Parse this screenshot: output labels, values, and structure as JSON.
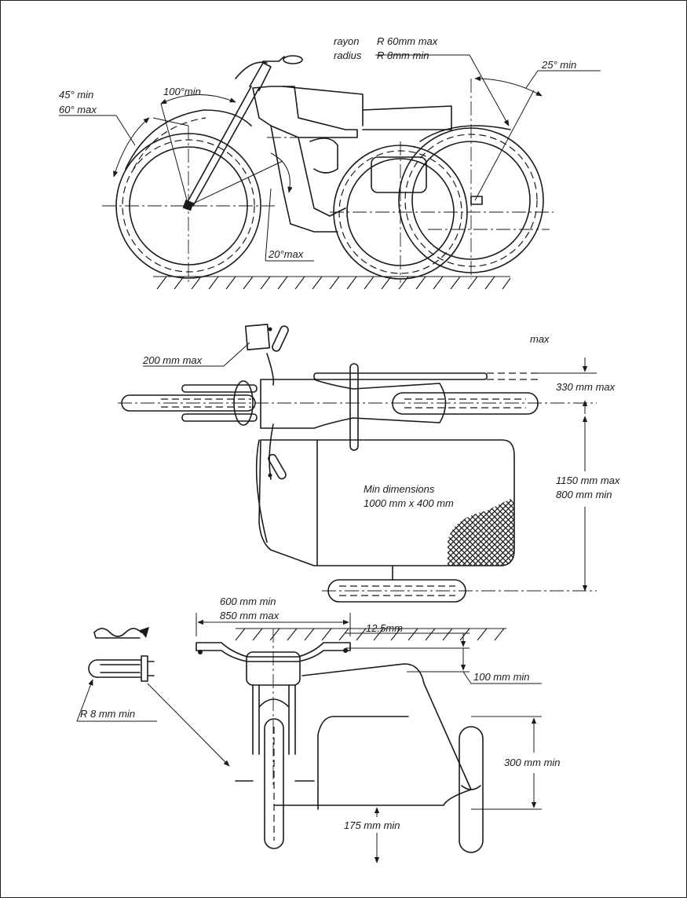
{
  "side_view": {
    "rayon_word": "rayon",
    "rayon_value": "R 60mm max",
    "radius_word": "radius",
    "radius_value": "R  8mm min",
    "angle_25": "25° min",
    "angle_45": "45° min",
    "angle_60": "60° max",
    "angle_100": "100°min",
    "angle_20": "20°max"
  },
  "top_view": {
    "mirror_dim": "200 mm max",
    "max_label": "max",
    "offset_dim": "330 mm max",
    "track_max": "1150 mm max",
    "track_min": "800 mm min",
    "box_title": "Min dimensions",
    "box_size": "1000 mm x 400 mm"
  },
  "front_view": {
    "handlebar_min": "600 mm min",
    "handlebar_max": "850 mm max",
    "end_dim": "12.5mm",
    "end_drop": "100 mm min",
    "radius_end": "R 8 mm min",
    "sidecar_height": "300 mm min",
    "ground_clearance": "175 mm min"
  }
}
